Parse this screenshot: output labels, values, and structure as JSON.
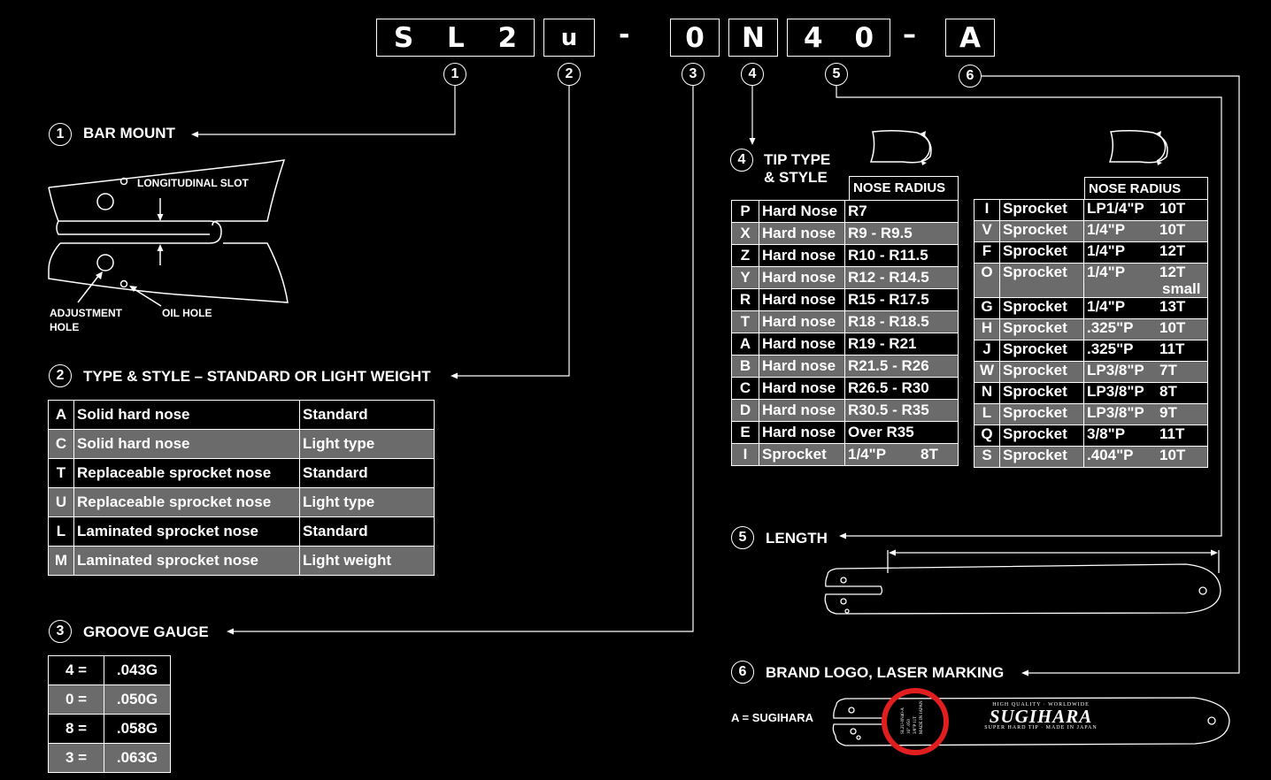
{
  "code": {
    "box1": [
      "S",
      "L",
      "2"
    ],
    "box2": [
      "u"
    ],
    "dash1": "-",
    "box3": [
      "0"
    ],
    "box4": [
      "N"
    ],
    "box5": [
      "4",
      "0"
    ],
    "dash2": "–",
    "box6": [
      "A"
    ]
  },
  "markers": [
    "1",
    "2",
    "3",
    "4",
    "5",
    "6"
  ],
  "bar_mount": {
    "num": "1",
    "title": "BAR MOUNT",
    "longitudinal_slot": "LONGITUDINAL SLOT",
    "adjustment_hole": [
      "ADJUSTMENT",
      "HOLE"
    ],
    "oil_hole": "OIL HOLE"
  },
  "type_style": {
    "num": "2",
    "title": "TYPE & STYLE – STANDARD OR LIGHT WEIGHT",
    "rows": [
      {
        "code": "A",
        "desc": "Solid hard nose",
        "weight": "Standard"
      },
      {
        "code": "C",
        "desc": "Solid hard nose",
        "weight": "Light type"
      },
      {
        "code": "T",
        "desc": "Replaceable sprocket nose",
        "weight": "Standard"
      },
      {
        "code": "U",
        "desc": "Replaceable sprocket nose",
        "weight": "Light type"
      },
      {
        "code": "L",
        "desc": "Laminated sprocket nose",
        "weight": "Standard"
      },
      {
        "code": "M",
        "desc": "Laminated sprocket nose",
        "weight": "Light weight"
      }
    ]
  },
  "groove_gauge": {
    "num": "3",
    "title": "GROOVE GAUGE",
    "rows": [
      {
        "code": "4 =",
        "gauge": ".043G"
      },
      {
        "code": "0 =",
        "gauge": ".050G"
      },
      {
        "code": "8 =",
        "gauge": ".058G"
      },
      {
        "code": "3 =",
        "gauge": ".063G"
      }
    ]
  },
  "tip_type": {
    "num": "4",
    "title_line1": "TIP TYPE",
    "title_line2": "& STYLE",
    "nose_radius_header": "NOSE RADIUS",
    "left_rows": [
      {
        "code": "P",
        "type": "Hard Nose",
        "radius": "R7",
        "teeth": ""
      },
      {
        "code": "X",
        "type": "Hard nose",
        "radius": "R9 - R9.5",
        "teeth": ""
      },
      {
        "code": "Z",
        "type": "Hard nose",
        "radius": "R10 - R11.5",
        "teeth": ""
      },
      {
        "code": "Y",
        "type": "Hard nose",
        "radius": "R12 - R14.5",
        "teeth": ""
      },
      {
        "code": "R",
        "type": "Hard nose",
        "radius": "R15 - R17.5",
        "teeth": ""
      },
      {
        "code": "T",
        "type": "Hard nose",
        "radius": "R18 - R18.5",
        "teeth": ""
      },
      {
        "code": "A",
        "type": "Hard nose",
        "radius": "R19 - R21",
        "teeth": ""
      },
      {
        "code": "B",
        "type": "Hard nose",
        "radius": "R21.5 - R26",
        "teeth": ""
      },
      {
        "code": "C",
        "type": "Hard nose",
        "radius": "R26.5 - R30",
        "teeth": ""
      },
      {
        "code": "D",
        "type": "Hard nose",
        "radius": "R30.5 - R35",
        "teeth": ""
      },
      {
        "code": "E",
        "type": "Hard nose",
        "radius": "Over R35",
        "teeth": ""
      },
      {
        "code": "I",
        "type": "Sprocket",
        "radius": "1/4\"P",
        "teeth": "8T"
      }
    ],
    "right_rows": [
      {
        "code": "I",
        "type": "Sprocket",
        "pitch": "LP1/4\"P",
        "teeth": "10T",
        "extra": ""
      },
      {
        "code": "V",
        "type": "Sprocket",
        "pitch": "1/4\"P",
        "teeth": "10T",
        "extra": ""
      },
      {
        "code": "F",
        "type": "Sprocket",
        "pitch": "1/4\"P",
        "teeth": "12T",
        "extra": ""
      },
      {
        "code": "O",
        "type": "Sprocket",
        "pitch": "1/4\"P",
        "teeth": "12T",
        "extra": "small"
      },
      {
        "code": "G",
        "type": "Sprocket",
        "pitch": "1/4\"P",
        "teeth": "13T",
        "extra": ""
      },
      {
        "code": "H",
        "type": "Sprocket",
        "pitch": ".325\"P",
        "teeth": "10T",
        "extra": ""
      },
      {
        "code": "J",
        "type": "Sprocket",
        "pitch": ".325\"P",
        "teeth": "11T",
        "extra": ""
      },
      {
        "code": "W",
        "type": "Sprocket",
        "pitch": "LP3/8\"P",
        "teeth": "7T",
        "extra": ""
      },
      {
        "code": "N",
        "type": "Sprocket",
        "pitch": "LP3/8\"P",
        "teeth": "8T",
        "extra": ""
      },
      {
        "code": "L",
        "type": "Sprocket",
        "pitch": "LP3/8\"P",
        "teeth": "9T",
        "extra": ""
      },
      {
        "code": "Q",
        "type": "Sprocket",
        "pitch": "3/8\"P",
        "teeth": "11T",
        "extra": ""
      },
      {
        "code": "S",
        "type": "Sprocket",
        "pitch": ".404\"P",
        "teeth": "10T",
        "extra": ""
      }
    ]
  },
  "length": {
    "num": "5",
    "title": "LENGTH"
  },
  "brand": {
    "num": "6",
    "title": "BRAND LOGO, LASER MARKING",
    "legend": "A = SUGIHARA",
    "logo_text": "SUGIHARA",
    "logo_top": "HIGH QUALITY · WORLDWIDE",
    "logo_bottom": "SUPER HARD TIP · MADE IN JAPAN"
  },
  "colors": {
    "background": "#000000",
    "foreground": "#ffffff",
    "row_shade": "#6b6b6b",
    "highlight": "#e01e1e"
  }
}
